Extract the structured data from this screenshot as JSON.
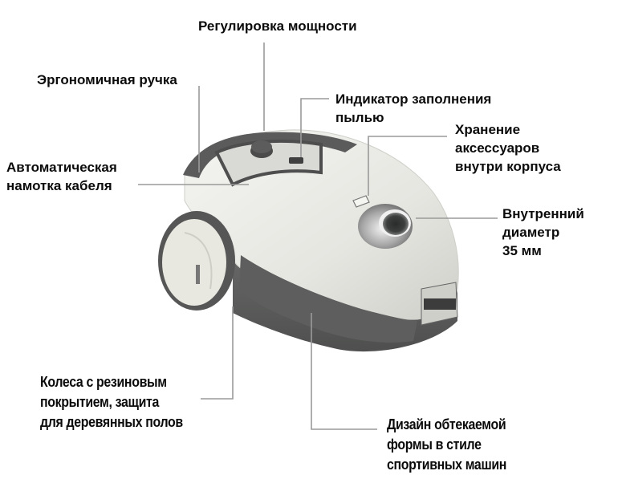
{
  "diagram": {
    "subject": "bagged vacuum cleaner",
    "callouts": [
      {
        "id": "power",
        "lines": [
          "Регулировка мощности"
        ]
      },
      {
        "id": "handle",
        "lines": [
          "Эргономичная ручка"
        ]
      },
      {
        "id": "dust",
        "lines": [
          "Индикатор заполнения",
          "пылью"
        ]
      },
      {
        "id": "storage",
        "lines": [
          "Хранение",
          "аксессуаров",
          "внутри корпуса"
        ]
      },
      {
        "id": "cable",
        "lines": [
          "Автоматическая",
          "намотка кабеля"
        ]
      },
      {
        "id": "diameter",
        "lines": [
          "Внутренний",
          "диаметр",
          "35 мм"
        ]
      },
      {
        "id": "wheels",
        "lines": [
          "Колеса с резиновым",
          "покрытием, защита",
          "для деревянных полов"
        ]
      },
      {
        "id": "design",
        "lines": [
          "Дизайн обтекаемой",
          "формы в стиле",
          "спортивных машин"
        ]
      }
    ],
    "colors": {
      "leader_line": "#9a9a9a",
      "body_light": "#e8e8e3",
      "body_dark": "#5e5f5e",
      "text": "#0b0b0b"
    }
  }
}
